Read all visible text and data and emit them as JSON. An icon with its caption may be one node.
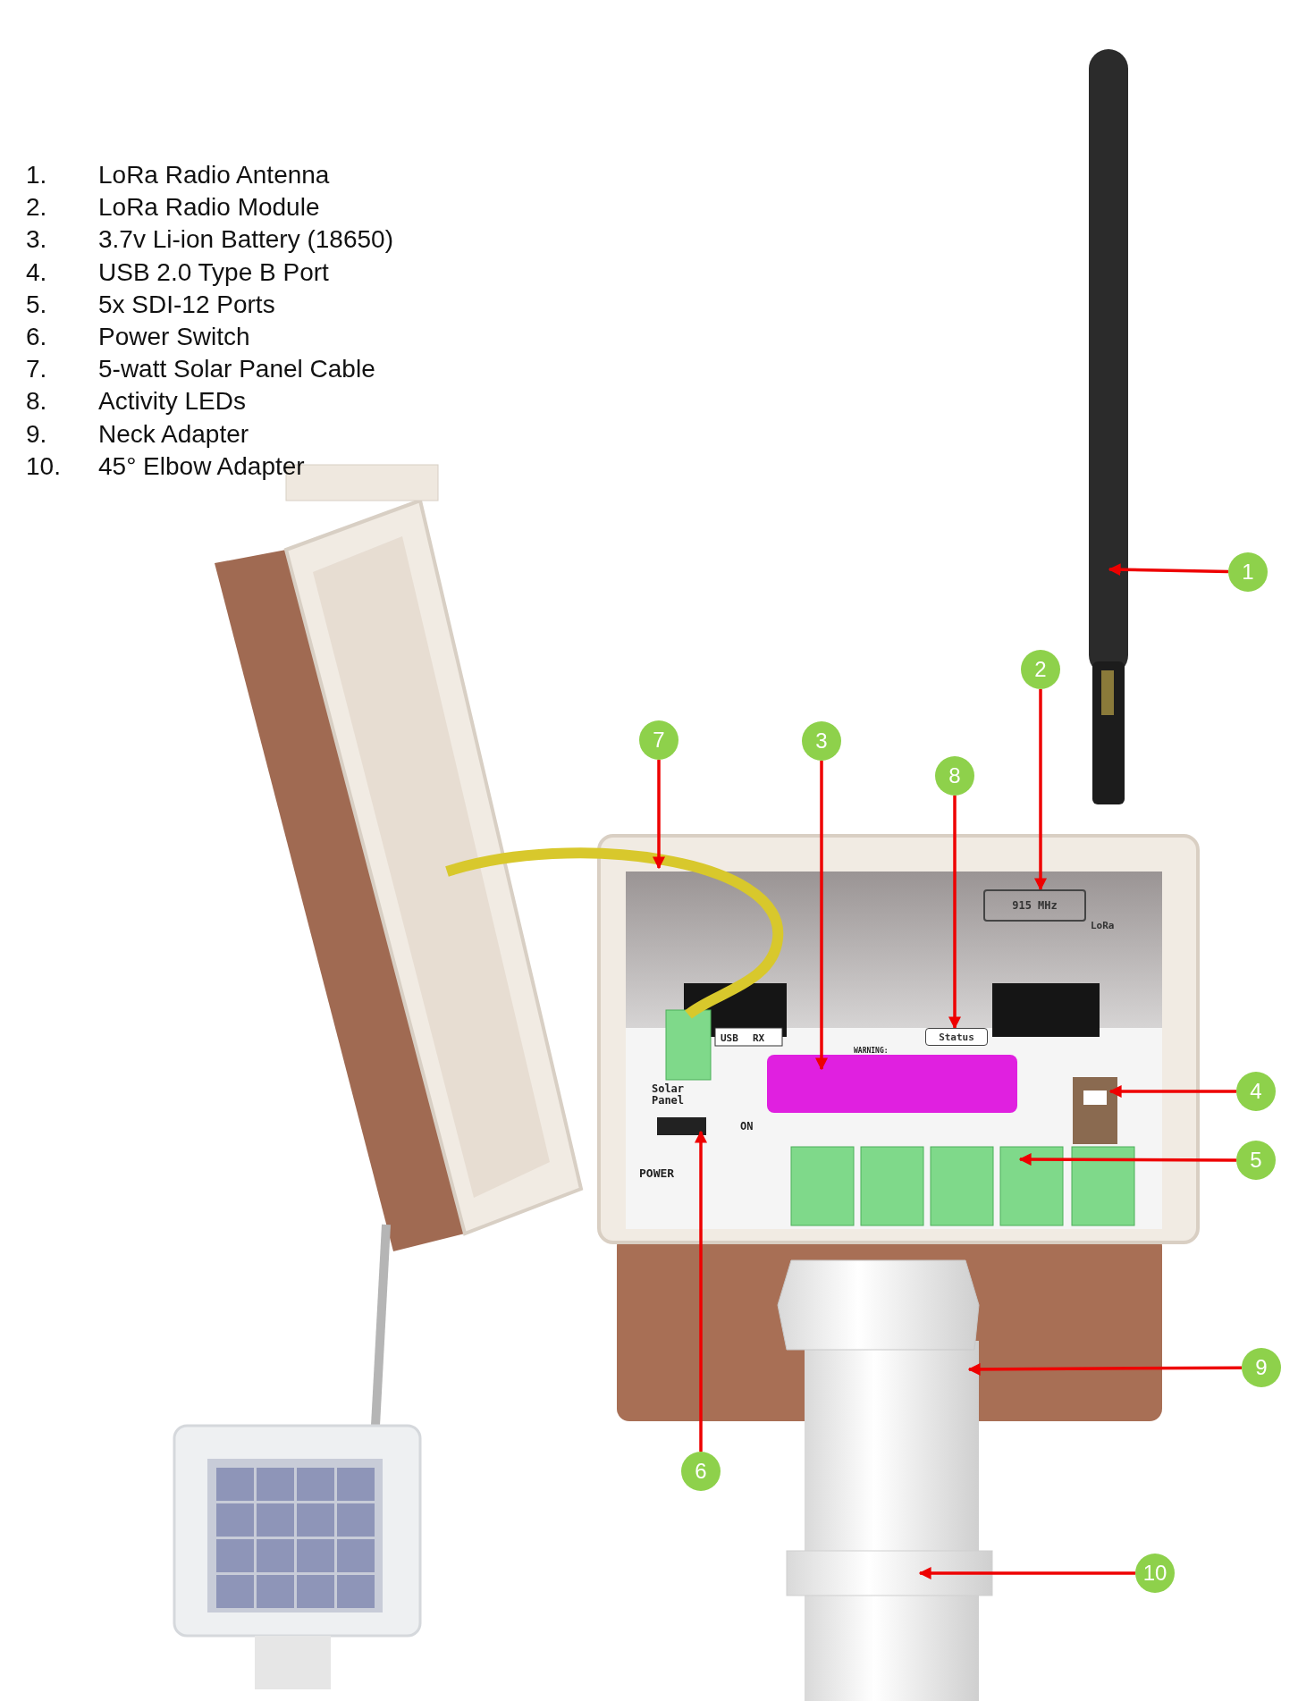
{
  "diagram": {
    "nodes": [
      {
        "text": [
          "1"
        ]
      },
      {
        "text": [
          "2"
        ]
      },
      {
        "text": [
          "3"
        ]
      },
      {
        "text": [
          "4"
        ]
      },
      {
        "text": [
          "5"
        ]
      },
      {
        "text": [
          "6"
        ]
      },
      {
        "text": [
          "7"
        ]
      },
      {
        "text": [
          "8"
        ]
      },
      {
        "text": [
          "9"
        ]
      },
      {
        "text": [
          "10"
        ]
      },
      {
        "text": [
          "915 MHz"
        ]
      },
      {
        "text": [
          "Status"
        ]
      }
    ],
    "edges": [
      {
        "from": 0,
        "to": null,
        "arrow": "to"
      },
      {
        "from": 1,
        "to": 10,
        "arrow": "to"
      },
      {
        "from": 2,
        "to": null,
        "arrow": "to"
      },
      {
        "from": 3,
        "to": null,
        "arrow": "to"
      },
      {
        "from": 4,
        "to": null,
        "arrow": "to"
      },
      {
        "from": 5,
        "to": null,
        "arrow": "to"
      },
      {
        "from": 6,
        "to": null,
        "arrow": "to"
      },
      {
        "from": 7,
        "to": 11,
        "arrow": "to"
      },
      {
        "from": 8,
        "to": null,
        "arrow": "to"
      },
      {
        "from": 9,
        "to": null,
        "arrow": "to"
      }
    ],
    "labels": [
      "1.",
      "LoRa Radio Antenna",
      "2.",
      "LoRa Radio Module",
      "3.",
      "3.7v Li-ion Battery (18650)",
      "4.",
      "USB 2.0 Type B Port",
      "5.",
      "5x SDI-12 Ports",
      "6.",
      "Power Switch",
      "7.",
      "5-watt Solar Panel Cable",
      "8.",
      "Activity LEDs",
      "9.",
      "Neck Adapter",
      "10.",
      "45° Elbow Adapter",
      "LoRa",
      "USB",
      "RX",
      "WARNING:",
      "Solar Panel",
      "ON",
      "POWER"
    ]
  }
}
